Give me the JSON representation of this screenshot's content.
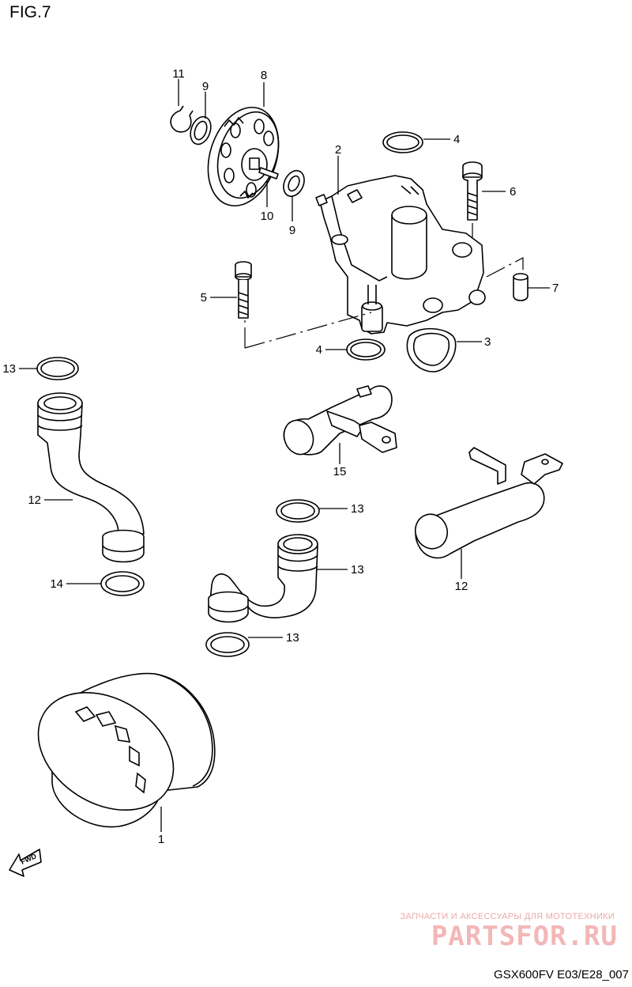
{
  "figure": {
    "title": "FIG.7"
  },
  "callouts": [
    {
      "id": "c11",
      "number": "11"
    },
    {
      "id": "c9a",
      "number": "9"
    },
    {
      "id": "c8",
      "number": "8"
    },
    {
      "id": "c4a",
      "number": "4"
    },
    {
      "id": "c2",
      "number": "2"
    },
    {
      "id": "c6",
      "number": "6"
    },
    {
      "id": "c10",
      "number": "10"
    },
    {
      "id": "c9b",
      "number": "9"
    },
    {
      "id": "c7",
      "number": "7"
    },
    {
      "id": "c5",
      "number": "5"
    },
    {
      "id": "c3",
      "number": "3"
    },
    {
      "id": "c4b",
      "number": "4"
    },
    {
      "id": "c13a",
      "number": "13"
    },
    {
      "id": "c15",
      "number": "15"
    },
    {
      "id": "c12a",
      "number": "12"
    },
    {
      "id": "c13b",
      "number": "13"
    },
    {
      "id": "c14",
      "number": "14"
    },
    {
      "id": "c12b",
      "number": "12"
    },
    {
      "id": "c13c",
      "number": "13"
    },
    {
      "id": "c13d",
      "number": "13"
    },
    {
      "id": "c1",
      "number": "1"
    }
  ],
  "fwd_label": "FWD",
  "watermark": {
    "tagline": "ЗАПЧАСТИ И АКСЕССУАРЫ ДЛЯ МОТОТЕХНИКИ",
    "logo": "PARTSFOR.RU"
  },
  "model_code": "GSX600FV E03/E28_007"
}
